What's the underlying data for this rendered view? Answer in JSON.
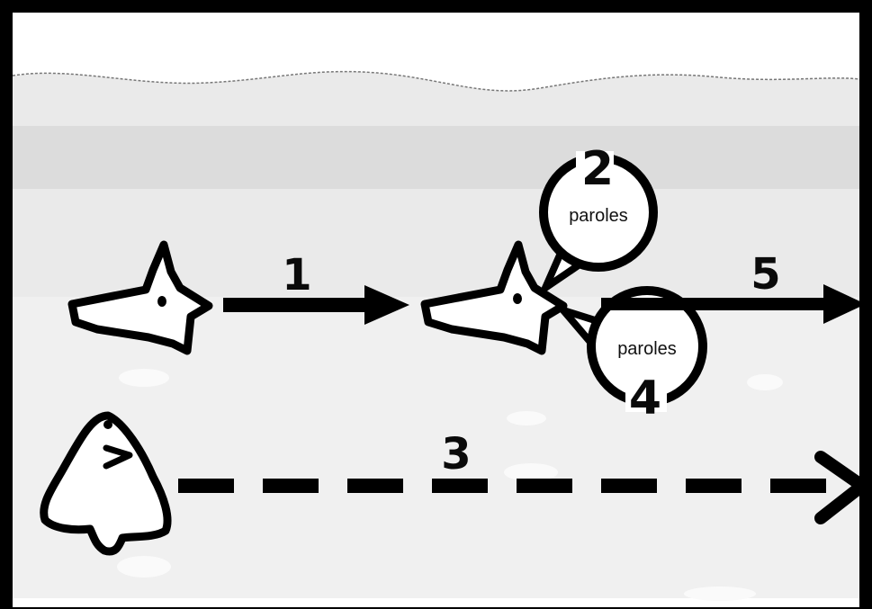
{
  "diagram": {
    "steps": [
      {
        "number": "1"
      },
      {
        "number": "2",
        "bubble_text": "paroles"
      },
      {
        "number": "3"
      },
      {
        "number": "4",
        "bubble_text": "paroles"
      },
      {
        "number": "5"
      }
    ]
  },
  "colors": {
    "frame": "#000000",
    "ink": "#0a0a0a",
    "sky": "#ffffff",
    "ground": "#e9e9e9",
    "field": "#f2f2f2"
  }
}
